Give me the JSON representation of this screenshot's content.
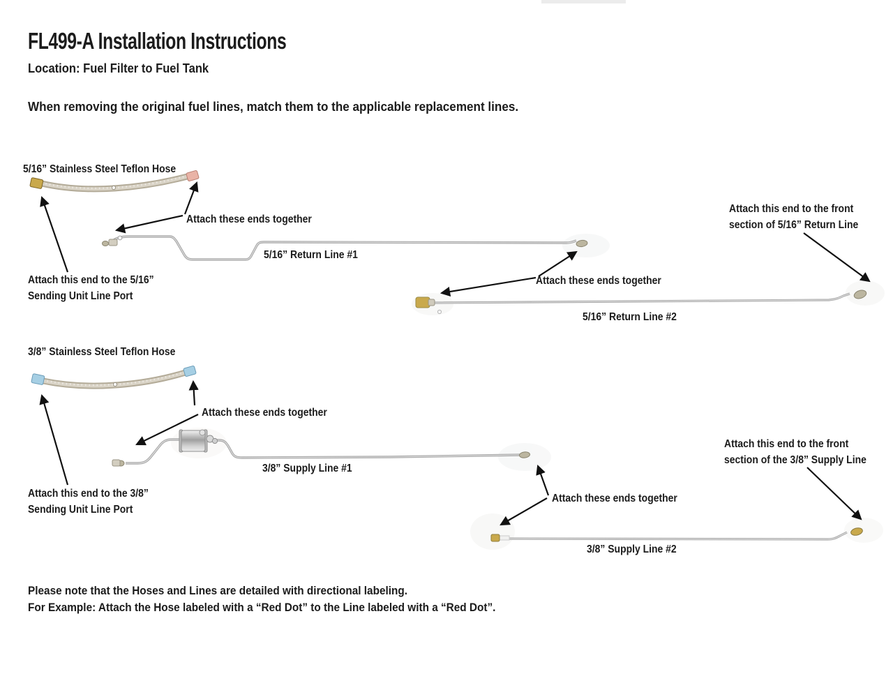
{
  "header": {
    "title": "FL499-A Installation Instructions",
    "location": "Location: Fuel Filter to Fuel Tank",
    "intro": "When removing the original fuel lines, match them to the applicable replacement lines."
  },
  "section_516": {
    "hose_label": "5/16” Stainless Steel Teflon Hose",
    "attach_hose_to_line1": "Attach these ends together",
    "return_line_1_label": "5/16” Return Line #1",
    "sending_unit_note_line1": "Attach this end to the 5/16”",
    "sending_unit_note_line2": "Sending Unit Line Port",
    "attach_line1_to_line2": "Attach these ends together",
    "return_line_2_label": "5/16” Return Line #2",
    "front_note_line1": "Attach this end to the front",
    "front_note_line2": "section of 5/16” Return Line"
  },
  "section_38": {
    "hose_label": "3/8” Stainless Steel Teflon Hose",
    "attach_hose_to_line1": "Attach these ends together",
    "supply_line_1_label": "3/8” Supply Line #1",
    "sending_unit_note_line1": "Attach this end to the 3/8”",
    "sending_unit_note_line2": "Sending Unit Line Port",
    "attach_line1_to_line2": "Attach these ends together",
    "supply_line_2_label": "3/8” Supply Line #2",
    "front_note_line1": "Attach this end to the front",
    "front_note_line2": "section of the 3/8” Supply Line"
  },
  "footer": {
    "note_line1": "Please note that the Hoses and Lines are detailed with directional labeling.",
    "note_line2": "For Example: Attach the Hose labeled with a “Red Dot” to the Line labeled with a “Red Dot”."
  },
  "colors": {
    "text": "#1c1c1c",
    "arrow": "#111111",
    "tube": "#a8a8a8",
    "tube_highlight": "#e3e3e3",
    "braid": "#b3ab98",
    "braid_highlight": "#d9d3c6",
    "brass": "#c9a94c",
    "red_dot_fitting": "#e9b3a6",
    "blue_dot_fitting": "#a6cfe4",
    "steel_fitting": "#bcb6a0"
  }
}
